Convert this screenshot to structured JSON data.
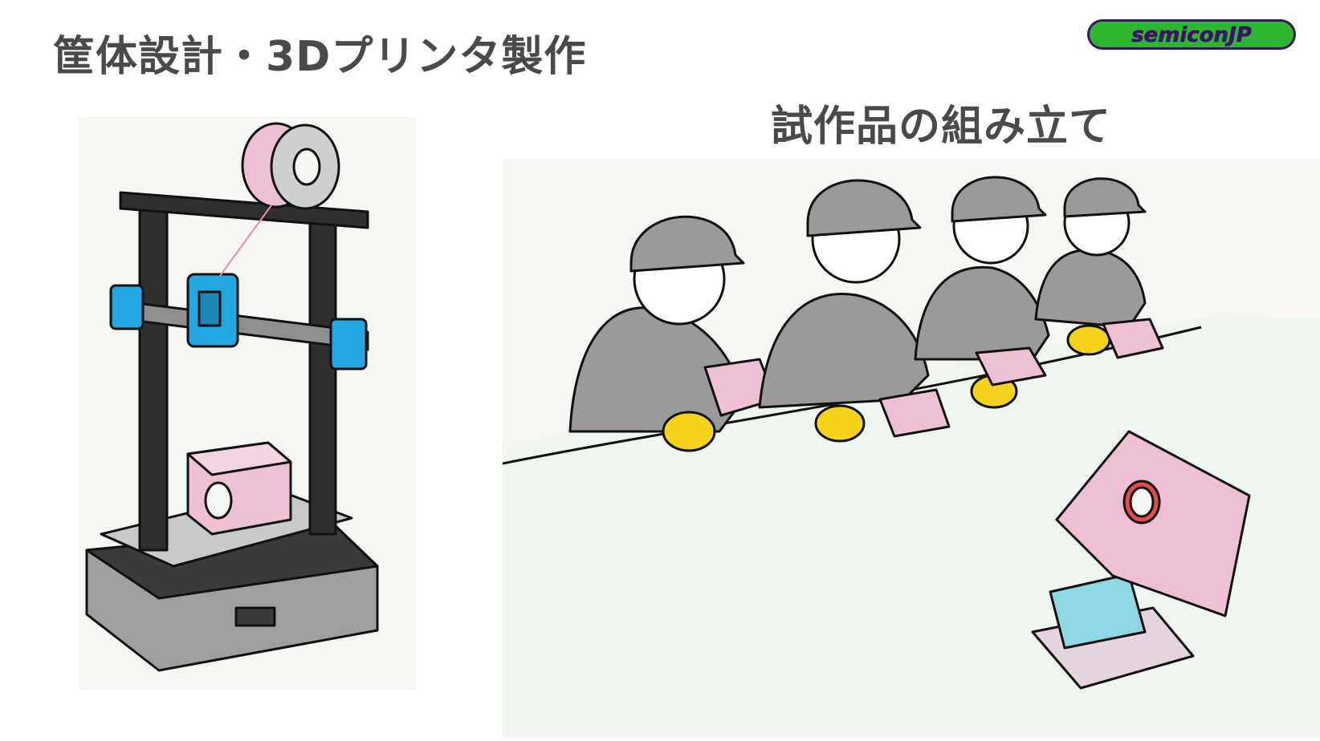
{
  "header": {
    "title": "筐体設計・3Dプリンタ製作",
    "subtitle": "試作品の組み立て",
    "logo_text": "semiconJP"
  },
  "colors": {
    "title_text": "#4a4a4a",
    "logo_green": "#2fb52f",
    "logo_purple": "#3a1466",
    "printer_frame": "#2f2f2f",
    "printer_accent": "#22a7e0",
    "box_pink": "#efbfd6",
    "glove_yellow": "#f5d31c",
    "uniform_gray": "#9a9a9a",
    "pcb_cyan": "#8fd8e3",
    "table_green": "#dcefe0"
  },
  "illustrations": {
    "printer": "3d-printer-illustration",
    "assembly": "assembly-workers-illustration"
  }
}
